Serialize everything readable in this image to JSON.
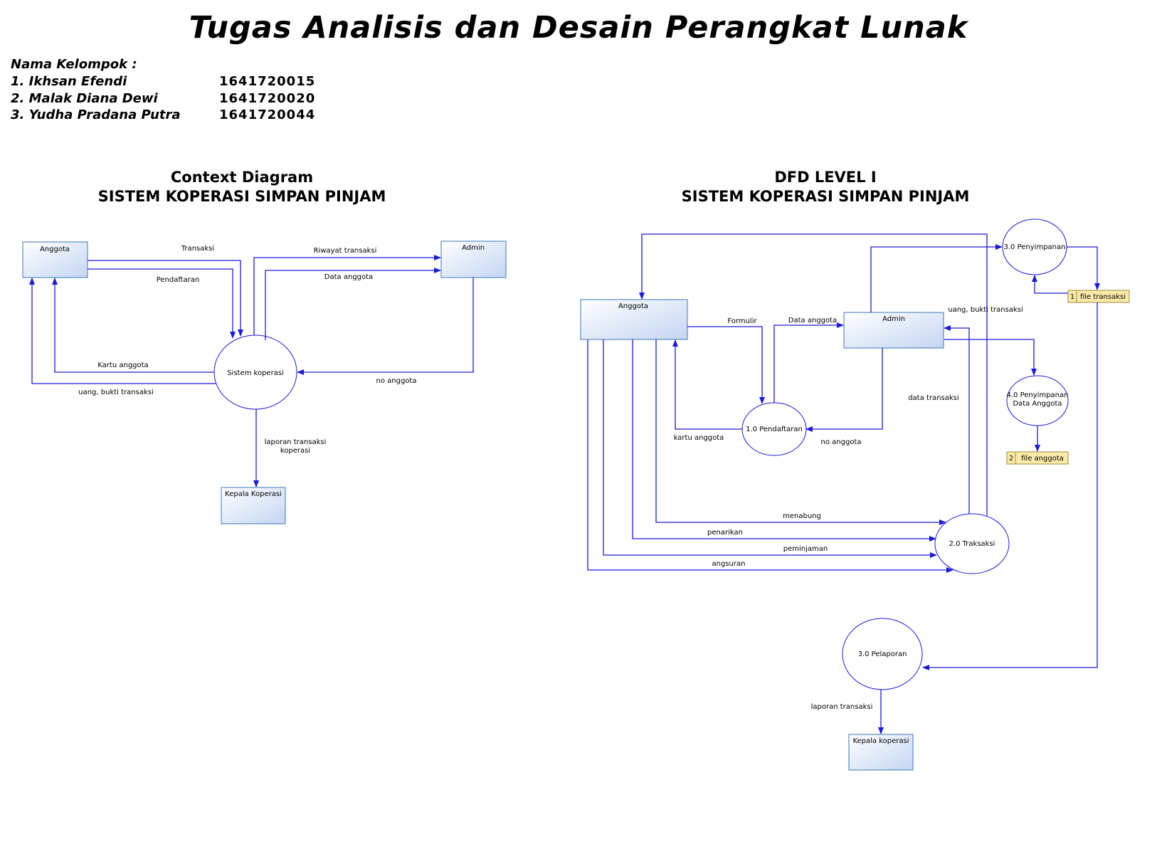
{
  "title": "Tugas Analisis dan Desain Perangkat Lunak",
  "group": {
    "label": "Nama Kelompok :",
    "members": [
      {
        "name": "1. Ikhsan Efendi",
        "nim": "1641720015"
      },
      {
        "name": "2. Malak Diana Dewi",
        "nim": "1641720020"
      },
      {
        "name": "3. Yudha Pradana Putra",
        "nim": "1641720044"
      }
    ]
  },
  "context": {
    "title": "Context Diagram",
    "subtitle": "SISTEM KOPERASI SIMPAN PINJAM",
    "entities": {
      "anggota": "Anggota",
      "admin": "Admin",
      "kepala": "Kepala Koperasi"
    },
    "process": "Sistem koperasi",
    "flows": {
      "transaksi": "Transaksi",
      "pendaftaran": "Pendaftaran",
      "riwayat": "Riwayat transaksi",
      "data_anggota": "Data anggota",
      "kartu": "Kartu anggota",
      "uang": "uang, bukti transaksi",
      "no_anggota": "no anggota",
      "laporan_1": "laporan transaksi",
      "laporan_2": "koperasi"
    }
  },
  "dfd": {
    "title": "DFD LEVEL I",
    "subtitle": "SISTEM KOPERASI SIMPAN PINJAM",
    "entities": {
      "anggota": "Anggota",
      "admin": "Admin",
      "kepala": "Kepala koperasi"
    },
    "processes": {
      "pendaftaran": "1.0 Pendaftaran",
      "transaksi": "2.0 Traksaksi",
      "penyimpanan": "3.0 Penyimpanan",
      "penyimpanan_anggota_1": "4.0 Penyimpanan",
      "penyimpanan_anggota_2": "Data Anggota",
      "pelaporan": "3.0 Pelaporan"
    },
    "stores": [
      {
        "id": "1",
        "name": "file transaksi"
      },
      {
        "id": "2",
        "name": "file anggota"
      }
    ],
    "flows": {
      "formulir": "Formulir",
      "data_anggota": "Data anggota",
      "uang": "uang, bukti transaksi",
      "data_transaksi": "data transaksi",
      "kartu": "kartu anggota",
      "no_anggota": "no anggota",
      "menabung": "menabung",
      "penarikan": "penarikan",
      "peminjaman": "peminjaman",
      "angsuran": "angsuran",
      "laporan": "laporan transaksi"
    }
  },
  "colors": {
    "line": "#1a1adb",
    "entity_fill_top": "#ffffff",
    "entity_fill_bottom": "#c6d6f2",
    "entity_border": "#3b78b8",
    "store_fill": "#fbe9a8",
    "store_border": "#a08a3a"
  }
}
